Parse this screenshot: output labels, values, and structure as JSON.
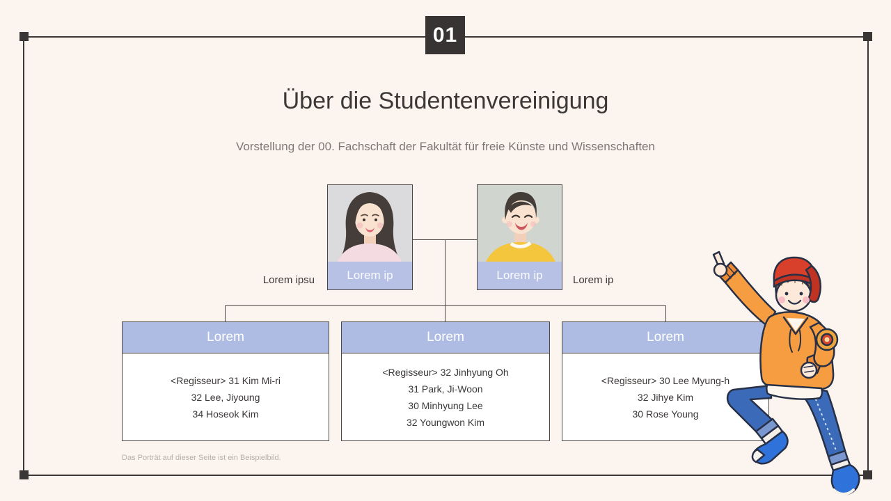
{
  "badge": {
    "number": "01"
  },
  "header": {
    "title": "Über die Studentenvereinigung",
    "subtitle": "Vorstellung der 00. Fachschaft der Fakultät für freie Künste und Wissenschaften"
  },
  "org_chart": {
    "leaders": [
      {
        "name_label": "Lorem ip",
        "side_label": "Lorem ipsu",
        "portrait": "female-student-portrait"
      },
      {
        "name_label": "Lorem ip",
        "side_label": "Lorem ip",
        "portrait": "male-student-portrait"
      }
    ],
    "departments": [
      {
        "title": "Lorem",
        "members": [
          "<Regisseur> 31 Kim Mi-ri",
          "32 Lee, Jiyoung",
          "34 Hoseok Kim"
        ]
      },
      {
        "title": "Lorem",
        "members": [
          "<Regisseur> 32 Jinhyung Oh",
          "31 Park, Ji-Woon",
          "30 Minhyung Lee",
          "32 Youngwon Kim"
        ]
      },
      {
        "title": "Lorem",
        "members": [
          "<Regisseur> 30 Lee Myung-h",
          "32 Jihye Kim",
          "30 Rose Young"
        ]
      }
    ]
  },
  "footer": {
    "note": "Das Porträt auf dieser Seite ist ein Beispielbild."
  },
  "colors": {
    "background": "#fcf5ef",
    "frame": "#3a3636",
    "header_blue": "#aebbe2",
    "label_blue": "#b6c1e5",
    "text_dark": "#3b3837",
    "text_gray": "#7e7773",
    "text_light": "#b7aea8",
    "hoodie_orange": "#f59d40",
    "jeans_blue": "#3b6ab8"
  }
}
